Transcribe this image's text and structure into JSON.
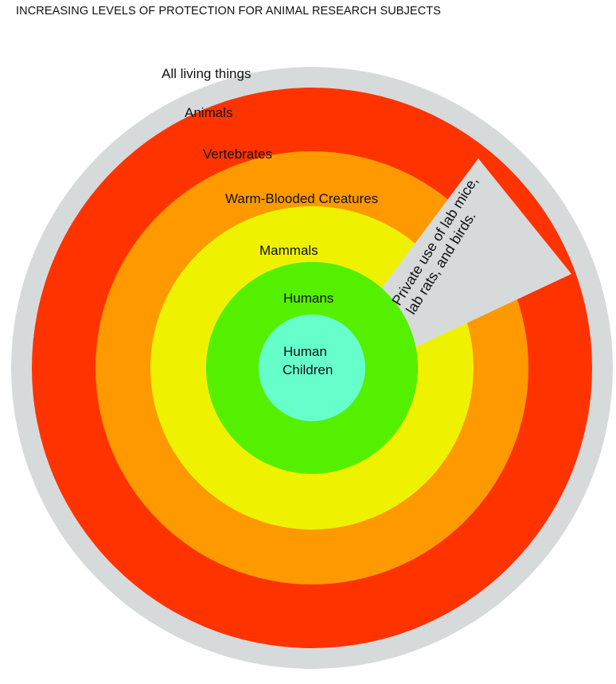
{
  "title": "INCREASING LEVELS OF PROTECTION FOR ANIMAL RESEARCH SUBJECTS",
  "rings": [
    {
      "label": "All living things",
      "color": "#d7dadb"
    },
    {
      "label": "Animals",
      "color": "#ff3300"
    },
    {
      "label": "Vertebrates",
      "color": "#ff3300"
    },
    {
      "label": "Warm-Blooded Creatures",
      "color": "#ff9900"
    },
    {
      "label": "Mammals",
      "color": "#eef200"
    },
    {
      "label": "Humans",
      "color": "#55f000"
    },
    {
      "label_lines": [
        "Human",
        "Children"
      ],
      "color": "#66ffcc"
    }
  ],
  "exclusion": {
    "lines": [
      "Private use of lab mice,",
      "lab rats, and birds."
    ],
    "color": "#d7dadb"
  }
}
